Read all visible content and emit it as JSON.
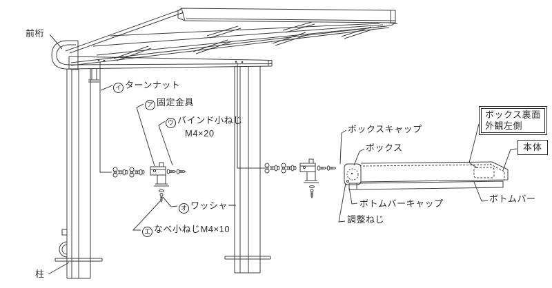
{
  "diagram": {
    "colors": {
      "line": "#3b3b3b",
      "text": "#2b2b2b",
      "background": "#ffffff"
    },
    "labels": {
      "front_girder": {
        "text": "前桁"
      },
      "pillar": {
        "text": "柱"
      },
      "turn_nut": {
        "mark": "イ",
        "text": "ターンナット"
      },
      "fixing_bracket": {
        "mark": "ア",
        "text": "固定金具"
      },
      "bind_screw": {
        "mark": "ウ",
        "text": "バインド小ねじ",
        "size": "M4×20"
      },
      "washer": {
        "mark": "オ",
        "text": "ワッシャー"
      },
      "pan_screw": {
        "mark": "エ",
        "text": "なべ小ねじM4×10"
      },
      "box_cap": {
        "text": "ボックスキャップ"
      },
      "box": {
        "text": "ボックス"
      },
      "box_rear_note": {
        "line1": "ボックス裏面",
        "line2": "外観左側"
      },
      "main_body": {
        "text": "本体"
      },
      "bottom_bar_cap": {
        "text": "ボトムバーキャップ"
      },
      "adjust_screw": {
        "text": "調整ねじ"
      },
      "bottom_bar": {
        "text": "ボトムバー"
      }
    }
  }
}
